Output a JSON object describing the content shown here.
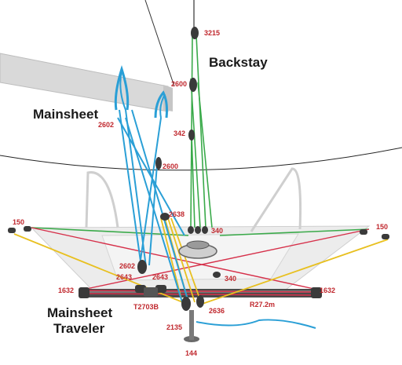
{
  "titles": {
    "backstay": "Backstay",
    "mainsheet": "Mainsheet",
    "traveler_line1": "Mainsheet",
    "traveler_line2": "Traveler"
  },
  "parts": {
    "p3215": "3215",
    "p2600_top": "2600",
    "p342": "342",
    "p2602_top": "2602",
    "p2600_mid": "2600",
    "p2638": "2638",
    "p340_top": "340",
    "p150_left": "150",
    "p150_right": "150",
    "p2602_low": "2602",
    "p2643_left": "2643",
    "p2643_right": "2643",
    "p340_low": "340",
    "p1632_left": "1632",
    "p1632_right": "1632",
    "pT2703B": "T2703B",
    "pR272m": "R27.2m",
    "p2636": "2636",
    "p2135": "2135",
    "p144": "144"
  },
  "colors": {
    "mainsheet_line": "#2a9fd6",
    "backstay_line": "#3aaa4a",
    "traveler_line": "#e8c020",
    "traveler_line_red": "#d6304a",
    "label_red": "#c0282e",
    "title_text": "#1a1a1a",
    "boom": "#d4d4d4",
    "deck": "#e9e9e9",
    "hardware": "#3a3a3a"
  }
}
